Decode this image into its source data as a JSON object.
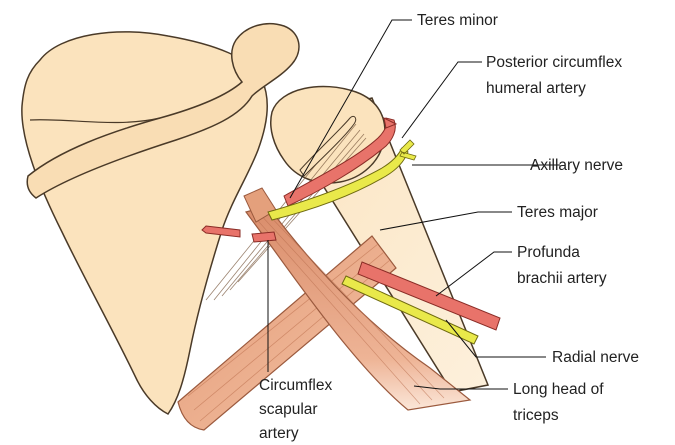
{
  "labels": {
    "teres_minor": "Teres minor",
    "posterior_circumflex_line1": "Posterior circumflex",
    "posterior_circumflex_line2": "humeral artery",
    "axillary_nerve": "Axillary nerve",
    "teres_major": "Teres major",
    "profunda_line1": "Profunda",
    "profunda_line2": "brachii artery",
    "radial_nerve": "Radial nerve",
    "long_head_line1": "Long head of",
    "long_head_line2": "triceps",
    "circumflex_line1": "Circumflex",
    "circumflex_line2": "scapular",
    "circumflex_line3": "artery"
  },
  "colors": {
    "bone_fill": "#fbe3bd",
    "bone_outline": "#4a3a28",
    "muscle_fill": "#e8a27e",
    "artery_fill": "#e8736a",
    "nerve_fill": "#e9e94a",
    "label_text": "#222222"
  }
}
